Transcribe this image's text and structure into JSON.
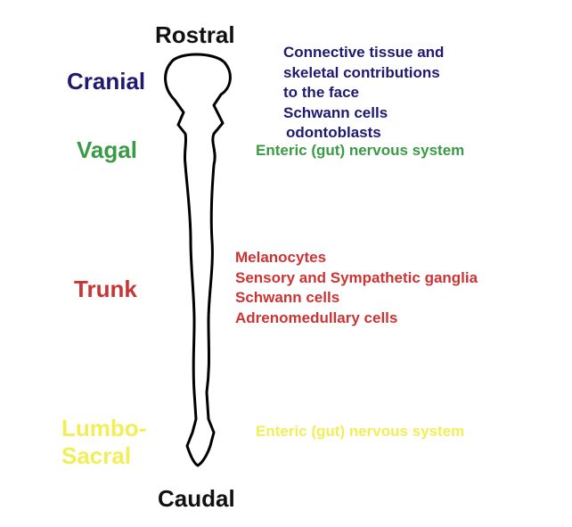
{
  "axis": {
    "rostral": "Rostral",
    "caudal": "Caudal"
  },
  "colors": {
    "cranial": "#1f1a70",
    "vagal": "#3a9a45",
    "trunk": "#cc3333",
    "lumbosacral": "#f2ee55",
    "outline": "#000000"
  },
  "regions": {
    "cranial": {
      "label": "Cranial",
      "derivatives": [
        "Connective tissue and",
        "skeletal contributions",
        "to the face",
        "Schwann cells",
        "odontoblasts"
      ]
    },
    "vagal": {
      "label": "Vagal",
      "derivatives": [
        "Enteric (gut) nervous system"
      ]
    },
    "trunk": {
      "label": "Trunk",
      "derivatives": [
        "Melanocytes",
        "Sensory and Sympathetic ganglia",
        "Schwann cells",
        "Adrenomedullary cells"
      ]
    },
    "lumbosacral": {
      "label_line1": "Lumbo-",
      "label_line2": "Sacral",
      "derivatives": [
        "Enteric (gut) nervous system"
      ]
    }
  }
}
